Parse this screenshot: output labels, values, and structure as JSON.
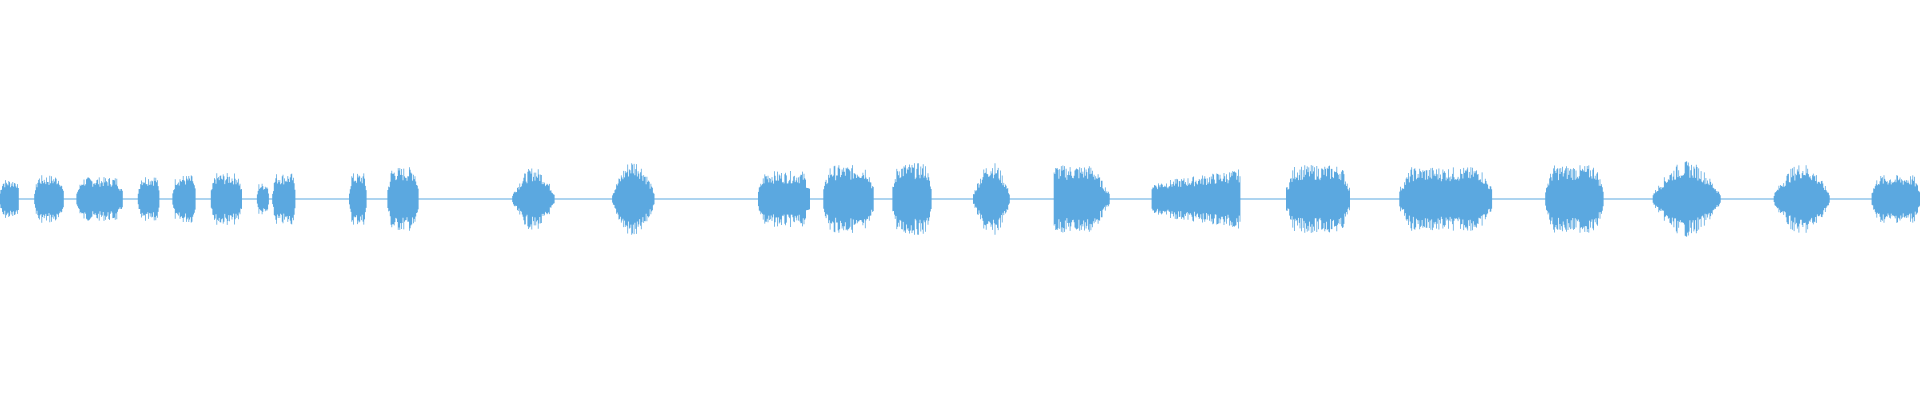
{
  "waveform": {
    "color": "#5ba8e0",
    "background": "#ffffff",
    "segments": [
      {
        "start": 0.0,
        "end": 0.01,
        "amplitude": 0.1,
        "shape": "flat"
      },
      {
        "start": 0.018,
        "end": 0.033,
        "amplitude": 0.12,
        "shape": "flat"
      },
      {
        "start": 0.04,
        "end": 0.064,
        "amplitude": 0.11,
        "shape": "flat"
      },
      {
        "start": 0.072,
        "end": 0.083,
        "amplitude": 0.12,
        "shape": "flat"
      },
      {
        "start": 0.09,
        "end": 0.102,
        "amplitude": 0.12,
        "shape": "flat"
      },
      {
        "start": 0.11,
        "end": 0.126,
        "amplitude": 0.13,
        "shape": "flat"
      },
      {
        "start": 0.134,
        "end": 0.14,
        "amplitude": 0.08,
        "shape": "flat"
      },
      {
        "start": 0.142,
        "end": 0.154,
        "amplitude": 0.13,
        "shape": "flat"
      },
      {
        "start": 0.182,
        "end": 0.191,
        "amplitude": 0.13,
        "shape": "flat"
      },
      {
        "start": 0.202,
        "end": 0.218,
        "amplitude": 0.16,
        "shape": "flat"
      },
      {
        "start": 0.267,
        "end": 0.289,
        "amplitude": 0.16,
        "shape": "round"
      },
      {
        "start": 0.319,
        "end": 0.341,
        "amplitude": 0.2,
        "shape": "round"
      },
      {
        "start": 0.395,
        "end": 0.422,
        "amplitude": 0.14,
        "shape": "flat"
      },
      {
        "start": 0.429,
        "end": 0.455,
        "amplitude": 0.17,
        "shape": "flat"
      },
      {
        "start": 0.465,
        "end": 0.485,
        "amplitude": 0.18,
        "shape": "flat"
      },
      {
        "start": 0.507,
        "end": 0.526,
        "amplitude": 0.19,
        "shape": "round"
      },
      {
        "start": 0.549,
        "end": 0.578,
        "amplitude": 0.17,
        "shape": "fade-out"
      },
      {
        "start": 0.6,
        "end": 0.646,
        "amplitude": 0.15,
        "shape": "ramp"
      },
      {
        "start": 0.67,
        "end": 0.703,
        "amplitude": 0.17,
        "shape": "flat"
      },
      {
        "start": 0.729,
        "end": 0.777,
        "amplitude": 0.16,
        "shape": "flat"
      },
      {
        "start": 0.805,
        "end": 0.835,
        "amplitude": 0.17,
        "shape": "flat"
      },
      {
        "start": 0.861,
        "end": 0.896,
        "amplitude": 0.19,
        "shape": "round"
      },
      {
        "start": 0.924,
        "end": 0.953,
        "amplitude": 0.18,
        "shape": "round"
      },
      {
        "start": 0.975,
        "end": 1.0,
        "amplitude": 0.12,
        "shape": "flat"
      }
    ]
  }
}
